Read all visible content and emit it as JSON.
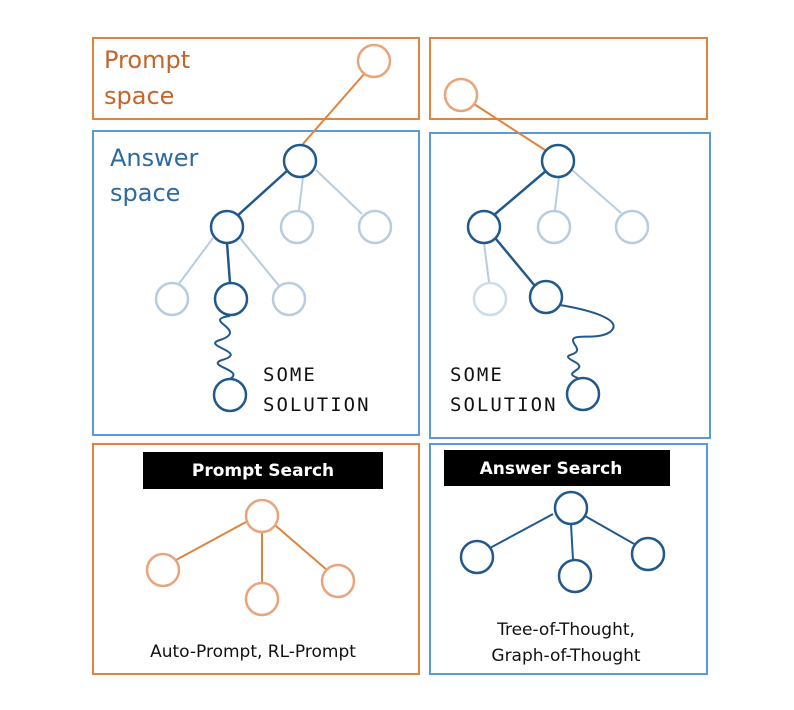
{
  "colors": {
    "orange": "#e0833f",
    "orange_text": "#c5652a",
    "orange_node_fill": "#f6c9a8",
    "blue_border": "#5b9bd5",
    "blue_dark": "#22598c",
    "blue_faded": "#b7cddf",
    "banner_bg": "#000000"
  },
  "left_panel": {
    "prompt_title_line1": "Prompt",
    "prompt_title_line2": "space",
    "answer_title_line1": "Answer",
    "answer_title_line2": "space",
    "solution_line1": "SOME",
    "solution_line2": "SOLUTION",
    "search_banner": "Prompt Search",
    "examples": "Auto-Prompt, RL-Prompt"
  },
  "right_panel": {
    "solution_line1": "SOME",
    "solution_line2": "SOLUTION",
    "search_banner": "Answer Search",
    "examples_line1": "Tree-of-Thought,",
    "examples_line2": "Graph-of-Thought"
  }
}
